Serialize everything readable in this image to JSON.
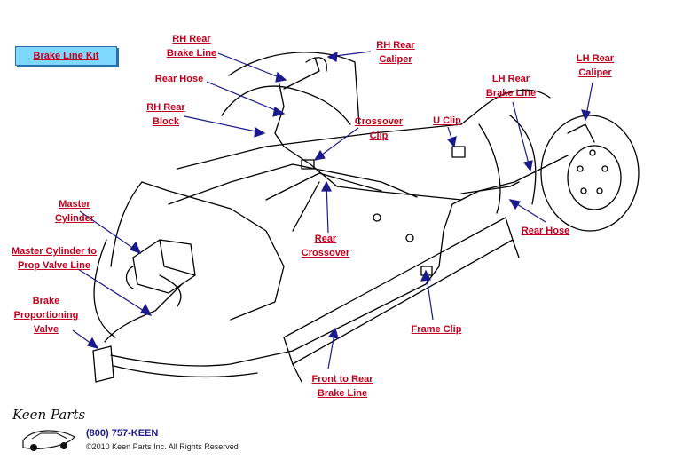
{
  "kit_button": "Brake Line Kit",
  "labels": {
    "rh_rear_brake_line": [
      "RH Rear",
      "Brake Line"
    ],
    "rh_rear_caliper": [
      "RH Rear",
      "Caliper"
    ],
    "rear_hose_top": [
      "Rear Hose"
    ],
    "rh_rear_block": [
      "RH Rear",
      "Block"
    ],
    "crossover_clip": [
      "Crossover",
      "Clip"
    ],
    "u_clip": [
      "U Clip"
    ],
    "lh_rear_brake_line": [
      "LH Rear",
      "Brake Line"
    ],
    "lh_rear_caliper": [
      "LH Rear",
      "Caliper"
    ],
    "master_cylinder": [
      "Master",
      "Cylinder"
    ],
    "mc_to_prop_valve_line": [
      "Master Cylinder to",
      "Prop Valve Line"
    ],
    "brake_proportioning_valve": [
      "Brake",
      "Proportioning",
      "Valve"
    ],
    "rear_crossover": [
      "Rear",
      "Crossover"
    ],
    "rear_hose_right": [
      "Rear Hose"
    ],
    "frame_clip": [
      "Frame Clip"
    ],
    "front_to_rear_brake_line": [
      "Front to Rear",
      "Brake Line"
    ]
  },
  "footer": {
    "logo_text": "Keen Parts",
    "phone": "(800) 757-KEEN",
    "copyright": "©2010 Keen Parts Inc. All Rights Reserved"
  },
  "colors": {
    "label": "#c0001e",
    "arrow": "#1a1a8c",
    "button_bg": "#7fd8ff"
  }
}
